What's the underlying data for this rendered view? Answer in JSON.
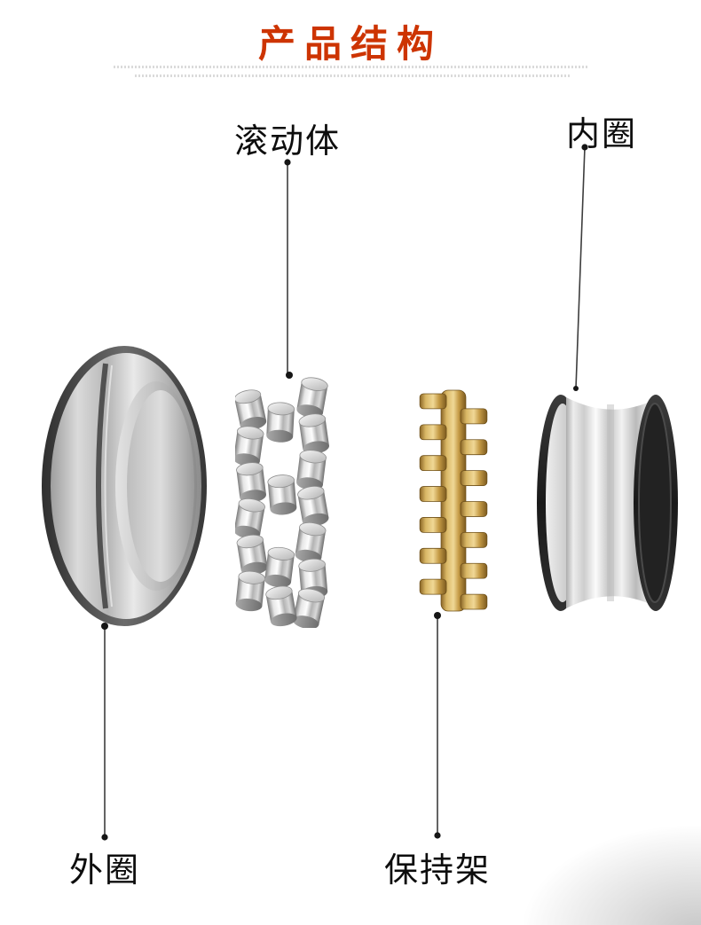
{
  "page": {
    "title": "产品结构"
  },
  "labels": {
    "rolling_elements": "滚动体",
    "inner_ring": "内圈",
    "outer_ring": "外圈",
    "cage": "保持架"
  },
  "colors": {
    "title_text": "#cd3402",
    "label_text": "#0d0d0d",
    "leader_line": "#3d3d3d",
    "leader_dot": "#161616",
    "brass_cage": "#c9a24f",
    "steel_gray": "#c6c6c6",
    "seal_black": "#1f1f1f",
    "background": "#ffffff"
  }
}
